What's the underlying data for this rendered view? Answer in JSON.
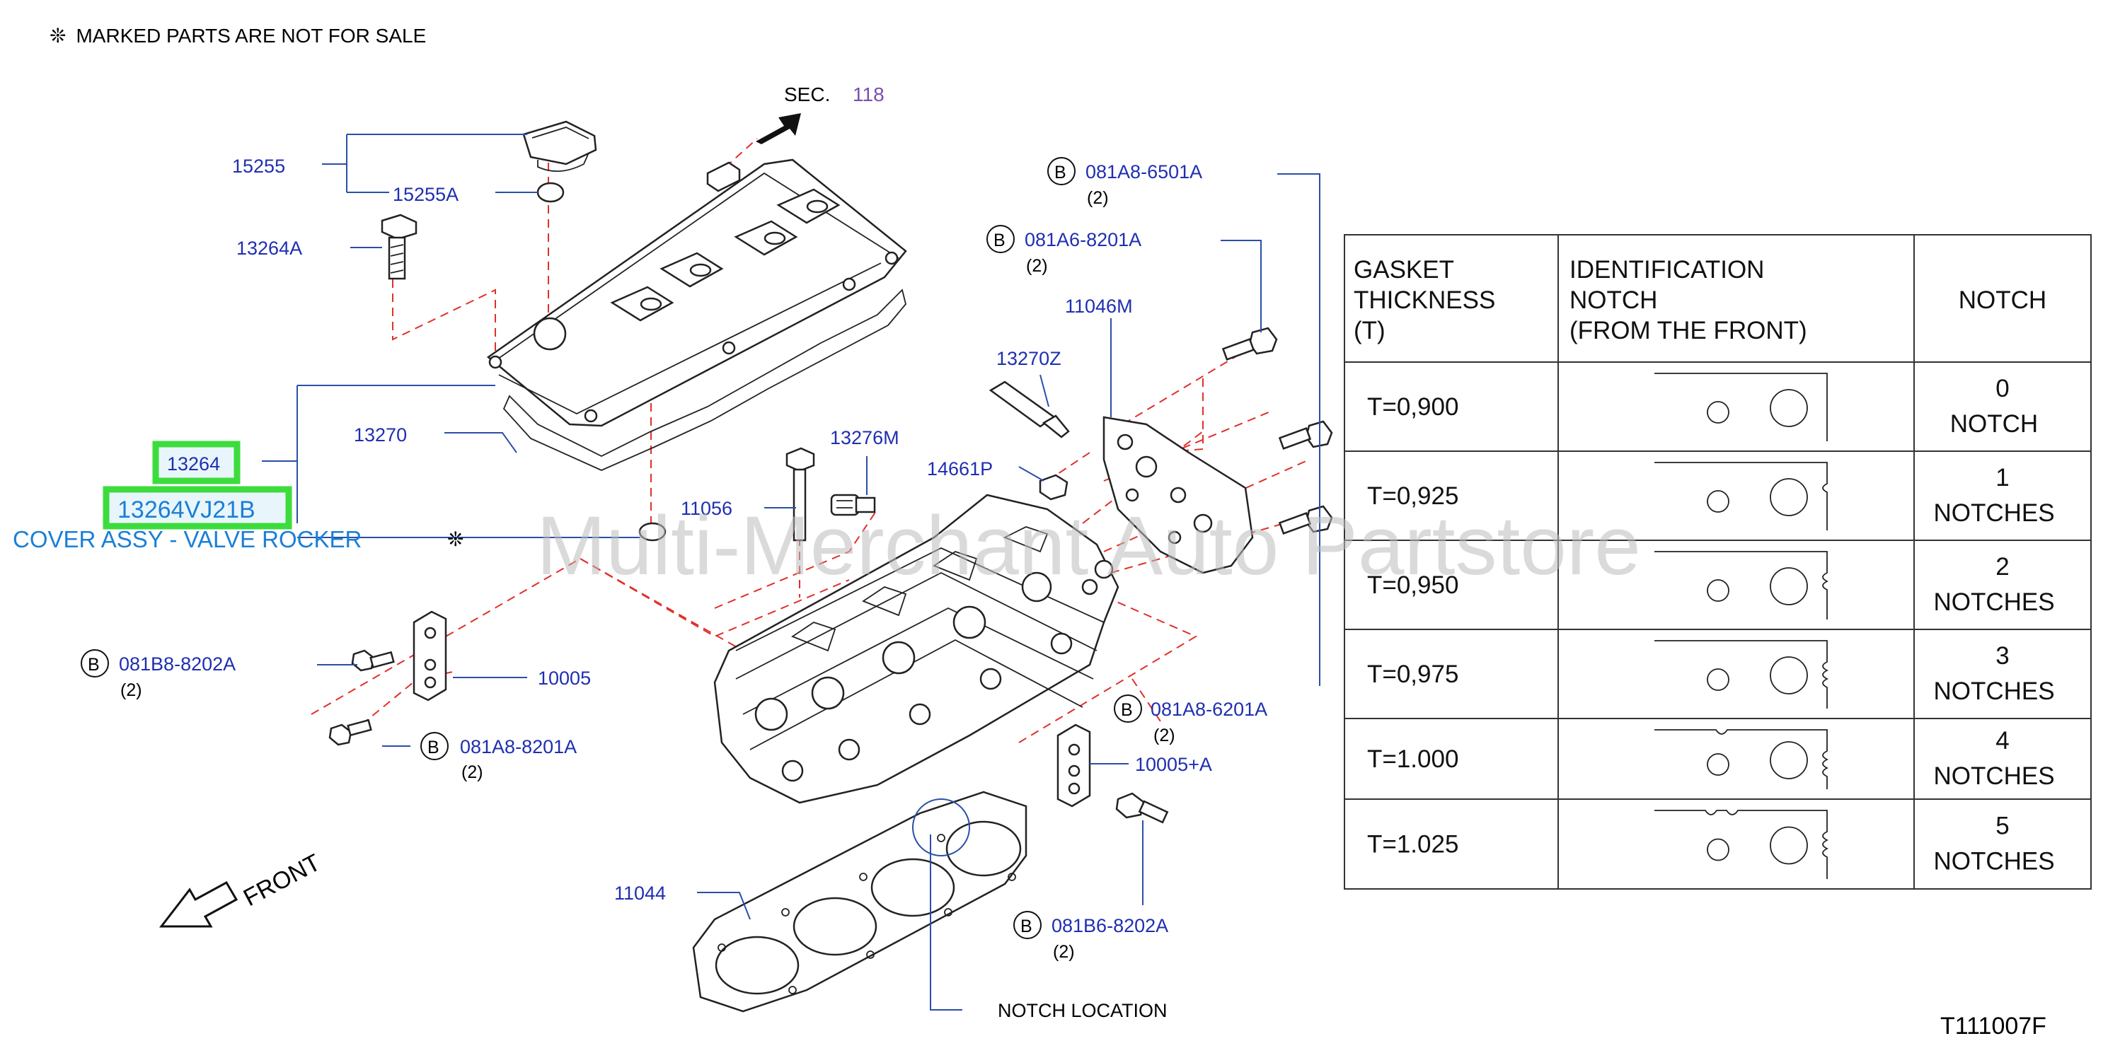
{
  "header": {
    "note_symbol": "❊",
    "note": "MARKED   PARTS   ARE   NOT   FOR   SALE"
  },
  "section_ref": {
    "label": "SEC.",
    "number": "118"
  },
  "parts": {
    "p15255": "15255",
    "p15255A": "15255A",
    "p13264A": "13264A",
    "p13270": "13270",
    "p13264": "13264",
    "p13264VJ21B": "13264VJ21B",
    "cover_desc": "COVER ASSY - VALVE ROCKER",
    "p11056": "11056",
    "p13276M": "13276M",
    "p14661P": "14661P",
    "p13270Z": "13270Z",
    "p11046M": "11046M",
    "p081A8_6501A": "081A8-6501A",
    "p081A6_8201A": "081A6-8201A",
    "p081B8_8202A": "081B8-8202A",
    "p10005": "10005",
    "p081A8_8201A": "081A8-8201A",
    "p081A8_6201A": "081A8-6201A",
    "p10005A": "10005+A",
    "p081B6_8202A": "081B6-8202A",
    "p11044": "11044",
    "notch_location": "NOTCH   LOCATION",
    "front": "FRONT",
    "bolt_badge": "B",
    "qty2": "(2)",
    "not_for_sale_mark": "❊"
  },
  "watermark": "Multi-Merchant Auto Partstore",
  "figure_code": "T111007F",
  "table": {
    "headers": {
      "col1": [
        "GASKET",
        "THICKNESS",
        "(T)"
      ],
      "col2": [
        "IDENTIFICATION",
        "NOTCH",
        "(FROM   THE   FRONT)"
      ],
      "col3": "NOTCH"
    },
    "rows": [
      {
        "thickness": "T=0,900",
        "notch_count": "0",
        "notch_label": "NOTCH"
      },
      {
        "thickness": "T=0,925",
        "notch_count": "1",
        "notch_label": "NOTCHES"
      },
      {
        "thickness": "T=0,950",
        "notch_count": "2",
        "notch_label": "NOTCHES"
      },
      {
        "thickness": "T=0,975",
        "notch_count": "3",
        "notch_label": "NOTCHES"
      },
      {
        "thickness": "T=1.000",
        "notch_count": "4",
        "notch_label": "NOTCHES"
      },
      {
        "thickness": "T=1.025",
        "notch_count": "5",
        "notch_label": "NOTCHES"
      }
    ]
  },
  "colors": {
    "part_number": "#1f2fb0",
    "leader": "#2a4fa8",
    "dashed": "#e0302a",
    "highlight": "#3ddc3d",
    "desc": "#1a7fd6"
  }
}
